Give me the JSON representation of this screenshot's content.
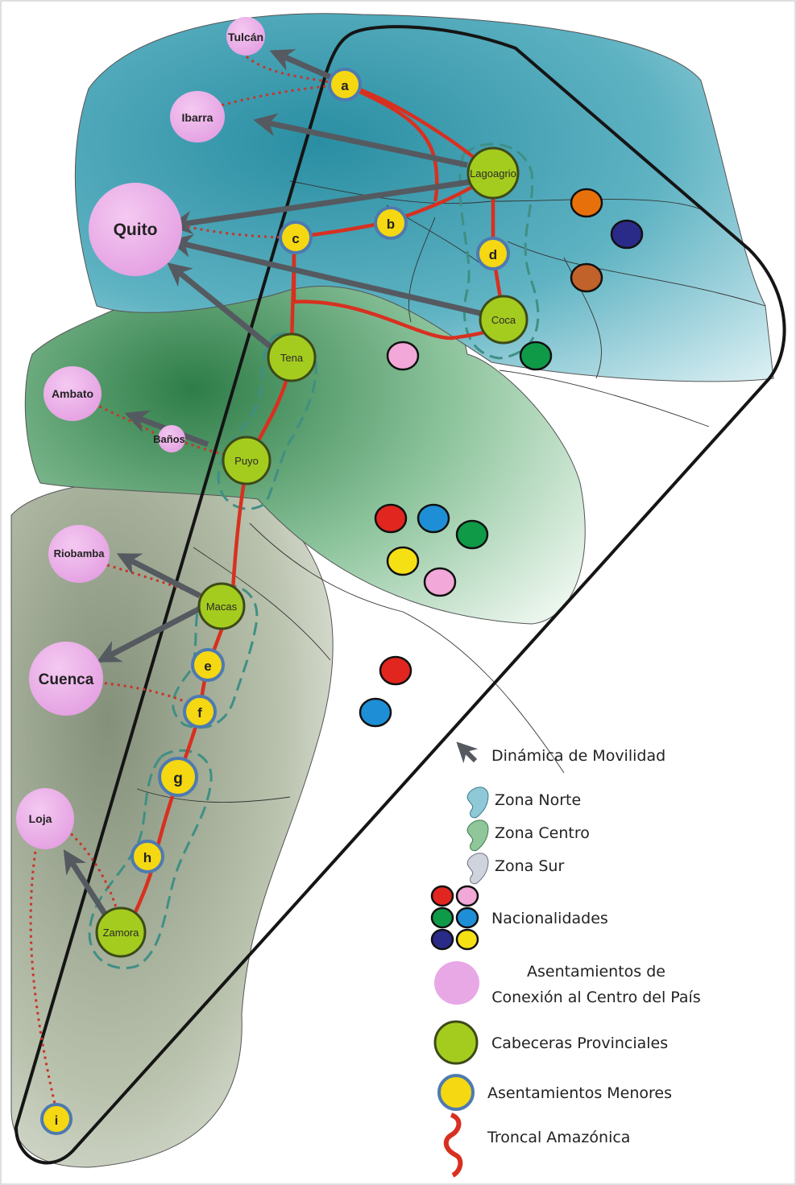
{
  "settlements_center": {
    "tulcan": "Tulcán",
    "ibarra": "Ibarra",
    "quito": "Quito",
    "ambato": "Ambato",
    "banos": "Baños",
    "riobamba": "Riobamba",
    "cuenca": "Cuenca",
    "loja": "Loja"
  },
  "provincial_capitals": {
    "lagoagrio": "Lagoagrio",
    "coca": "Coca",
    "tena": "Tena",
    "puyo": "Puyo",
    "macas": "Macas",
    "zamora": "Zamora"
  },
  "minor_settlements": [
    "a",
    "b",
    "c",
    "d",
    "e",
    "f",
    "g",
    "h",
    "i"
  ],
  "legend": {
    "mobility": "Dinámica de Movilidad",
    "zona_norte": "Zona Norte",
    "zona_centro": "Zona Centro",
    "zona_sur": "Zona Sur",
    "nacionalidades": "Nacionalidades",
    "asentamientos_line1": "Asentamientos de",
    "asentamientos_line2": "Conexión al Centro del País",
    "cabeceras": "Cabeceras Provinciales",
    "menores": "Asentamientos Menores",
    "troncal": "Troncal Amazónica"
  },
  "colors": {
    "zona_norte": "#2e93a6",
    "zona_centro": "#3d8a55",
    "zona_sur": "#7e8c6a",
    "connection_settlement": "#e8a8e6",
    "provincial_capital": "#a4cc1e",
    "minor_settlement": "#f5d812",
    "minor_ring": "#4e7ab0",
    "troncal": "#d83020",
    "arrow": "#555a60",
    "nationality_red": "#e0261e",
    "nationality_pink": "#f2a8d8",
    "nationality_green": "#0f9a48",
    "nationality_blue": "#1e8fd6",
    "nationality_navy": "#2a2a88",
    "nationality_yellow": "#f5e014",
    "nationality_orange": "#e8700a",
    "nationality_brown": "#c0622a"
  }
}
